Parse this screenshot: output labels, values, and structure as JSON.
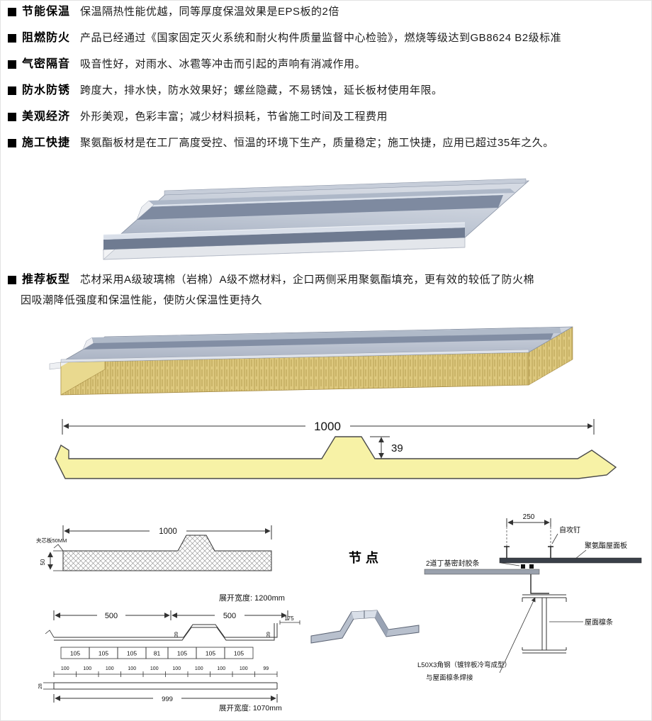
{
  "features": [
    {
      "label": "节能保温",
      "text": "保温隔热性能优越，同等厚度保温效果是EPS板的2倍"
    },
    {
      "label": "阻燃防火",
      "text": "产品已经通过《国家固定灭火系统和耐火构件质量监督中心检验》，燃烧等级达到GB8624 B2级标准"
    },
    {
      "label": "气密隔音",
      "text": "吸音性好，对雨水、冰雹等冲击而引起的声响有消减作用。"
    },
    {
      "label": "防水防锈",
      "text": "跨度大，排水快，防水效果好；螺丝隐藏，不易锈蚀，延长板材使用年限。"
    },
    {
      "label": "美观经济",
      "text": "外形美观，色彩丰富；减少材料损耗，节省施工时间及工程费用"
    },
    {
      "label": "施工快捷",
      "text": "聚氨酯板材是在工厂高度受控、恒温的环境下生产，质量稳定；施工快捷，应用已超过35年之久。"
    }
  ],
  "recommend": {
    "label": "推荐板型",
    "line1": "芯材采用A级玻璃棉（岩棉）A级不燃材料，企口两侧采用聚氨酯填充，更有效的较低了防火棉",
    "line2": "因吸潮降低强度和保温性能，使防火保温性更持久"
  },
  "profile": {
    "width_label": "1000",
    "height_label": "39"
  },
  "drawing1": {
    "core_note": "夹芯板50MM",
    "thickness_label": "50",
    "width_label": "1000",
    "expand_label": "展开宽度: 1200mm"
  },
  "drawing2": {
    "half_left": "500",
    "half_right": "500",
    "end_dim": "175",
    "rib_dim_left": "39",
    "rib_dim_right": "39",
    "cells": [
      "105",
      "105",
      "105",
      "81",
      "105",
      "105",
      "105"
    ],
    "chain": [
      "100",
      "100",
      "100",
      "100",
      "100",
      "100",
      "100",
      "100",
      "100",
      "99"
    ],
    "total_label": "999",
    "sheet_dim": "28",
    "expand_label": "展开宽度: 1070mm"
  },
  "node": {
    "title": "节点"
  },
  "detail": {
    "spacing_label": "250",
    "screw_label": "自攻钉",
    "panel_label": "聚氨酯屋面板",
    "sealant_label": "2道丁基密封胶条",
    "purlin_label": "屋面檩条",
    "angle_label": "L50X3角钢（镀锌板冷弯成型）",
    "weld_label": "与屋面檩条焊接"
  },
  "colors": {
    "profile_fill": "#f7f2a6",
    "panel_gray": "#b7c0d0",
    "wool_yellow": "#ddc87e"
  }
}
